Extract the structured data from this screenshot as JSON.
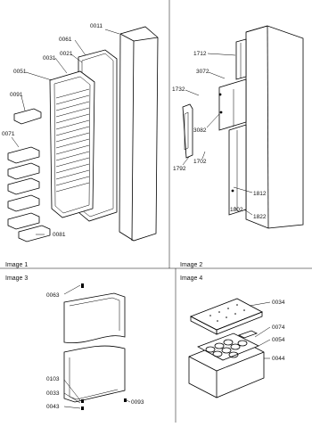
{
  "panels": [
    {
      "label": "Image 1",
      "parts": [
        "0011",
        "0061",
        "0021",
        "0031",
        "0051",
        "0091",
        "0071",
        "0081"
      ]
    },
    {
      "label": "Image 2",
      "parts": [
        "1712",
        "3072",
        "1732",
        "3082",
        "1792",
        "1702",
        "1812",
        "1802",
        "1822"
      ]
    },
    {
      "label": "Image 3",
      "parts": [
        "0063",
        "0103",
        "0033",
        "0043",
        "0093"
      ]
    },
    {
      "label": "Image 4",
      "parts": [
        "0034",
        "0074",
        "0054",
        "0044"
      ]
    }
  ]
}
